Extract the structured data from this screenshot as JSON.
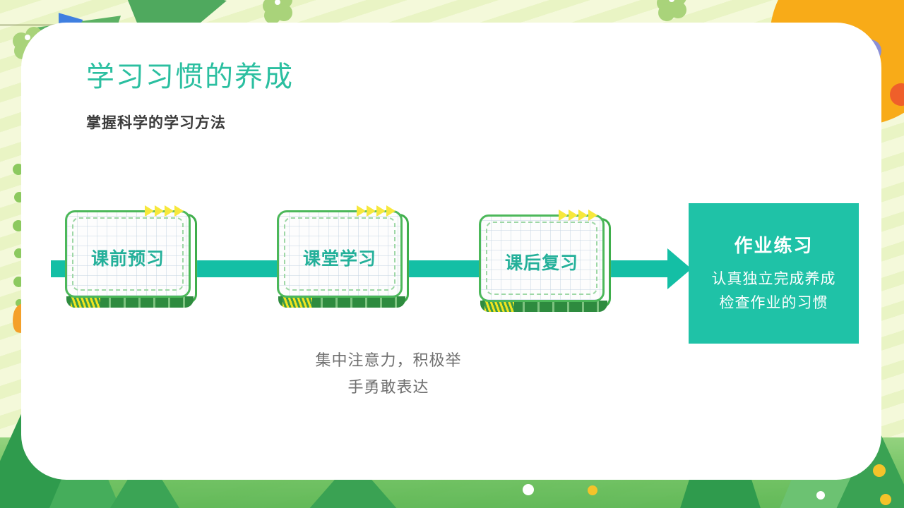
{
  "slide": {
    "title": "学习习惯的养成",
    "subtitle": "掌握科学的学习方法",
    "title_color": "#2bbfa0",
    "accent_color": "#14bfa5",
    "panel_color": "#1fc2a7"
  },
  "flow": {
    "steps": [
      {
        "label": "课前预习",
        "arrow_marks": 4
      },
      {
        "label": "课堂学习",
        "arrow_marks": 4
      },
      {
        "label": "课后复习",
        "arrow_marks": 4
      }
    ]
  },
  "outcome": {
    "title": "作业练习",
    "line1": "认真独立完成养成",
    "line2": "检查作业的习惯"
  },
  "caption": {
    "line1": "集中注意力，积极举",
    "line2": "手勇敢表达"
  },
  "decor": {
    "ring_dots": [
      "#1f9ede",
      "#8b8fd6",
      "#ef5f2a"
    ]
  }
}
